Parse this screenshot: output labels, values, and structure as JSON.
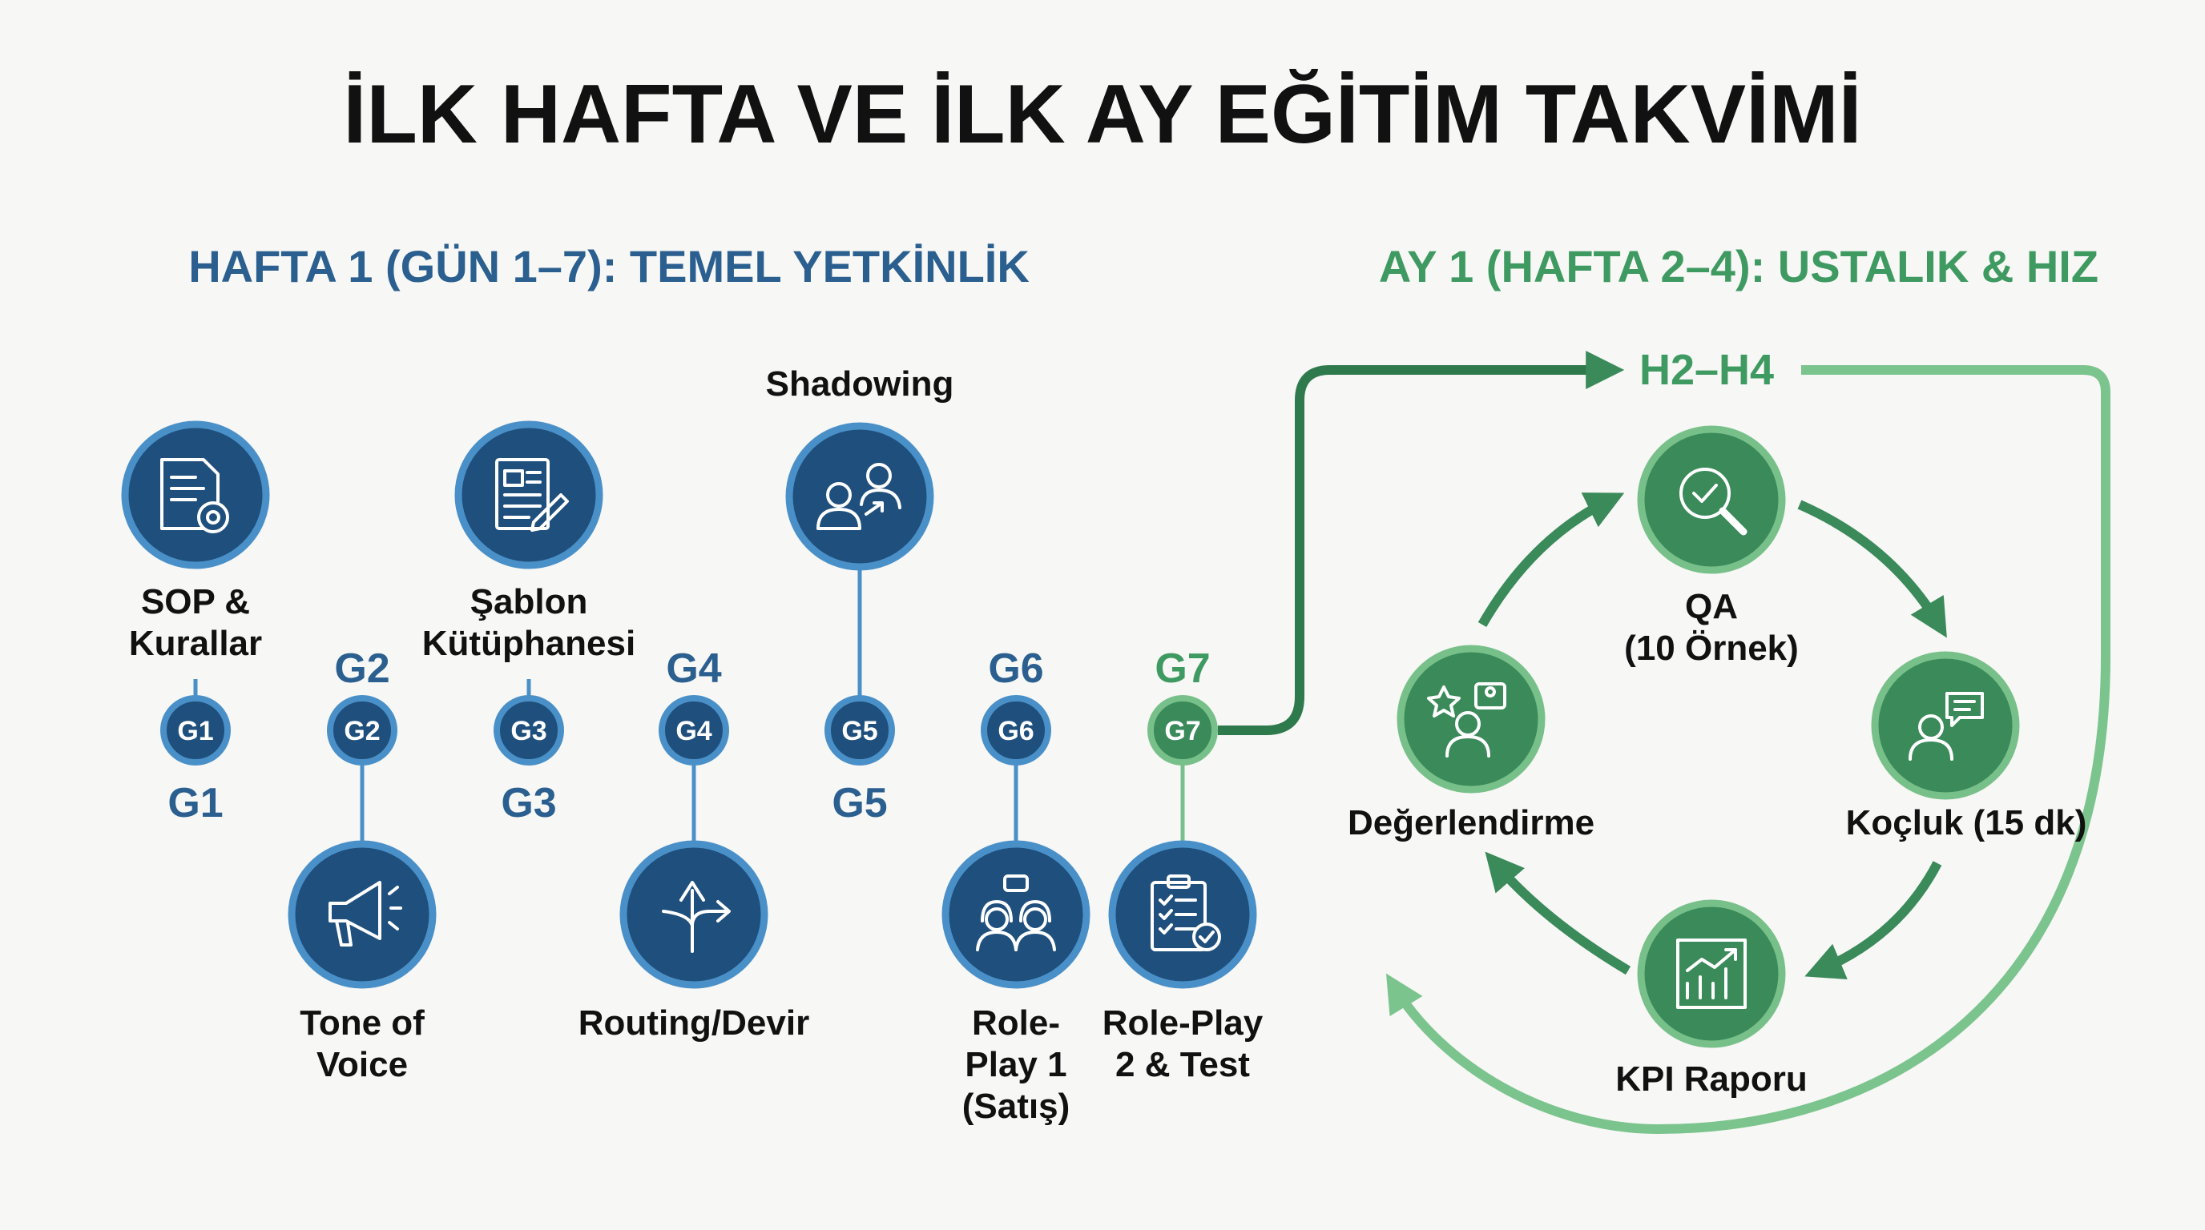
{
  "title": "İLK HAFTA VE İLK AY EĞİTİM TAKVİMİ",
  "colors": {
    "background": "#f7f7f5",
    "text": "#111111",
    "blue_dark": "#1f4f7c",
    "blue_ring": "#4a90c8",
    "blue_heading": "#2a5f8f",
    "green": "#3a8a5a",
    "green_ring": "#78c08a",
    "green_heading": "#3f9a62",
    "green_light": "#7cc48e"
  },
  "week1": {
    "heading": "HAFTA 1 (GÜN 1–7): TEMEL YETKİNLİK",
    "days": [
      {
        "badge": "G1",
        "label_above": "",
        "label_below": "G1"
      },
      {
        "badge": "G2",
        "label_above": "G2",
        "label_below": ""
      },
      {
        "badge": "G3",
        "label_above": "",
        "label_below": "G3"
      },
      {
        "badge": "G4",
        "label_above": "G4",
        "label_below": ""
      },
      {
        "badge": "G5",
        "label_above": "",
        "label_below": "G5"
      },
      {
        "badge": "G6",
        "label_above": "G6",
        "label_below": ""
      },
      {
        "badge": "G7",
        "label_above": "G7",
        "label_below": ""
      }
    ],
    "topics_above": [
      {
        "icon": "document-gear-icon",
        "lines": [
          "SOP &",
          "Kurallar"
        ]
      },
      {
        "icon": "template-edit-icon",
        "lines": [
          "Şablon",
          "Kütüphanesi"
        ]
      },
      {
        "icon": "shadowing-people-icon",
        "lines": [
          "Shadowing"
        ]
      }
    ],
    "topics_below": [
      {
        "icon": "megaphone-icon",
        "lines": [
          "Tone of",
          "Voice"
        ]
      },
      {
        "icon": "routing-arrows-icon",
        "lines": [
          "Routing/Devir"
        ]
      },
      {
        "icon": "headset-agents-icon",
        "lines": [
          "Role-",
          "Play 1",
          "(Satış)"
        ]
      },
      {
        "icon": "checklist-clipboard-icon",
        "lines": [
          "Role-Play",
          "2 & Test"
        ]
      }
    ]
  },
  "month1": {
    "heading": "AY 1 (HAFTA 2–4): USTALIK & HIZ",
    "loop_label": "H2–H4",
    "cycle": [
      {
        "icon": "magnifier-check-icon",
        "lines": [
          "QA",
          "(10 Örnek)"
        ]
      },
      {
        "icon": "coaching-chat-icon",
        "lines": [
          "Koçluk (15 dk)"
        ]
      },
      {
        "icon": "kpi-chart-icon",
        "lines": [
          "KPI Raporu"
        ]
      },
      {
        "icon": "evaluation-star-icon",
        "lines": [
          "Değerlendirme"
        ]
      }
    ]
  }
}
